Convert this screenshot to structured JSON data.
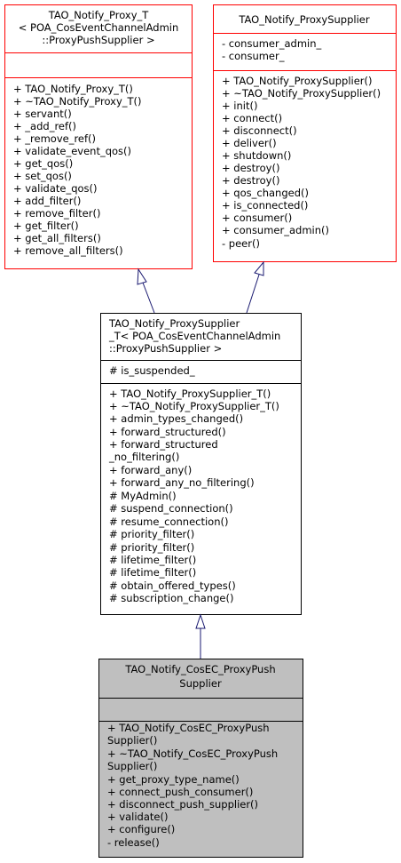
{
  "classes": {
    "proxy_t": {
      "title": [
        "TAO_Notify_Proxy_T",
        "< POA_CosEventChannelAdmin",
        "::ProxyPushSupplier >"
      ],
      "attributes": [],
      "methods": [
        "+ TAO_Notify_Proxy_T()",
        "+ ~TAO_Notify_Proxy_T()",
        "+ servant()",
        "+ _add_ref()",
        "+ _remove_ref()",
        "+ validate_event_qos()",
        "+ get_qos()",
        "+ set_qos()",
        "+ validate_qos()",
        "+ add_filter()",
        "+ remove_filter()",
        "+ get_filter()",
        "+ get_all_filters()",
        "+ remove_all_filters()"
      ]
    },
    "proxy_supplier": {
      "title": [
        "TAO_Notify_ProxySupplier"
      ],
      "attributes": [
        "- consumer_admin_",
        "- consumer_"
      ],
      "methods": [
        "+ TAO_Notify_ProxySupplier()",
        "+ ~TAO_Notify_ProxySupplier()",
        "+ init()",
        "+ connect()",
        "+ disconnect()",
        "+ deliver()",
        "+ shutdown()",
        "+ destroy()",
        "+ destroy()",
        "+ qos_changed()",
        "+ is_connected()",
        "+ consumer()",
        "+ consumer_admin()",
        "- peer()"
      ]
    },
    "proxy_supplier_t": {
      "title": [
        "TAO_Notify_ProxySupplier",
        "_T< POA_CosEventChannelAdmin",
        "::ProxyPushSupplier >"
      ],
      "attributes": [
        "# is_suspended_"
      ],
      "methods": [
        "+ TAO_Notify_ProxySupplier_T()",
        "+ ~TAO_Notify_ProxySupplier_T()",
        "+ admin_types_changed()",
        "+ forward_structured()",
        "+ forward_structured",
        "_no_filtering()",
        "+ forward_any()",
        "+ forward_any_no_filtering()",
        "# MyAdmin()",
        "# suspend_connection()",
        "# resume_connection()",
        "# priority_filter()",
        "# priority_filter()",
        "# lifetime_filter()",
        "# lifetime_filter()",
        "# obtain_offered_types()",
        "# subscription_change()"
      ]
    },
    "cosec_proxy_push_supplier": {
      "title": [
        "TAO_Notify_CosEC_ProxyPush",
        "Supplier"
      ],
      "attributes": [],
      "methods": [
        "+ TAO_Notify_CosEC_ProxyPush",
        "Supplier()",
        "+ ~TAO_Notify_CosEC_ProxyPush",
        "Supplier()",
        "+ get_proxy_type_name()",
        "+ connect_push_consumer()",
        "+ disconnect_push_supplier()",
        "+ validate()",
        "+ configure()",
        "- release()"
      ]
    }
  },
  "colors": {
    "highlight_fill": "#bfbfbf",
    "red_border": "#ff0000",
    "edge": "#191970"
  }
}
